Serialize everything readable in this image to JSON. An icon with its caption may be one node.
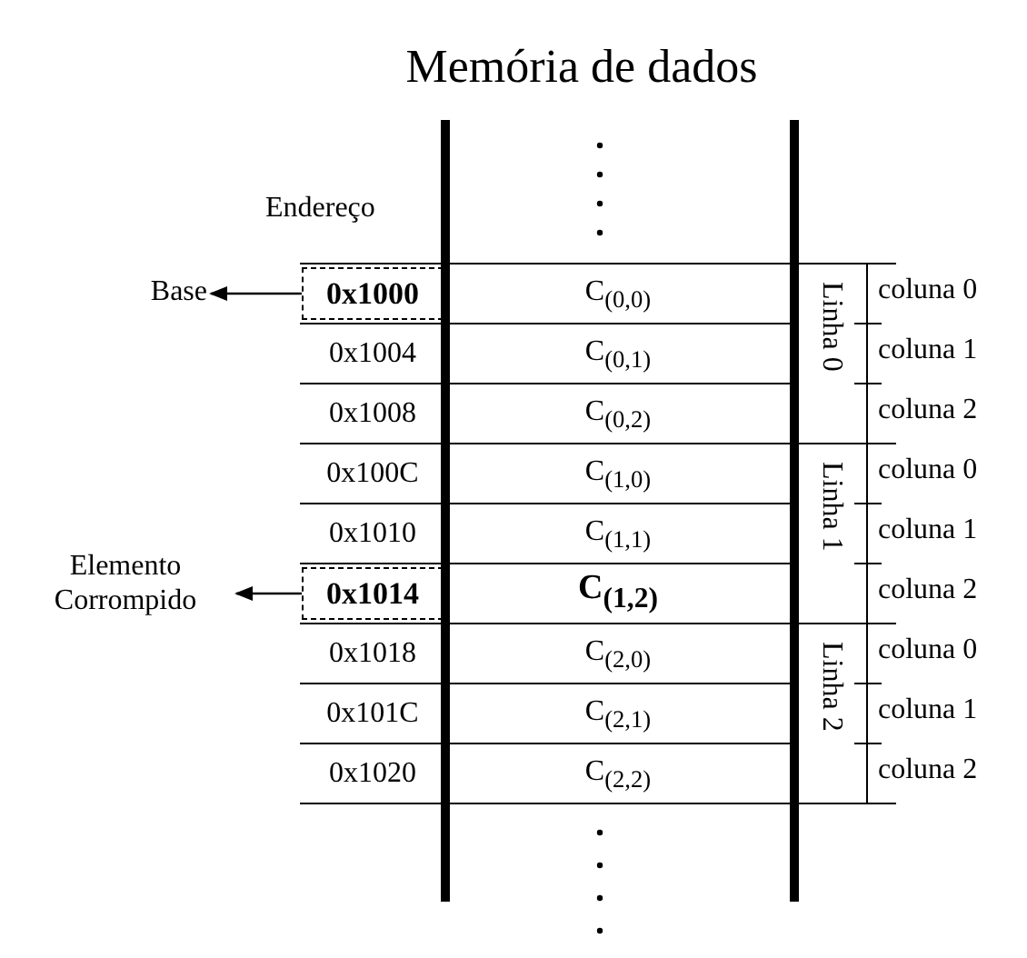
{
  "diagram": {
    "title": "Memória de dados",
    "nodes": [
      {
        "text": [
          "0x1000"
        ]
      },
      {
        "text": [
          "Base"
        ]
      },
      {
        "text": [
          "0x1014"
        ]
      },
      {
        "text": [
          "Elemento Corrompido"
        ]
      }
    ],
    "edges": [
      {
        "from": 0,
        "to": 1,
        "arrow": "to"
      },
      {
        "from": 2,
        "to": 3,
        "arrow": "to"
      }
    ],
    "labels": [
      "Endereço",
      "C$_{(0,0)}$",
      "Linha 0",
      "coluna 0",
      "0x1004",
      "C$_{(0,1)}$",
      "coluna 1",
      "0x1008",
      "C$_{(0,2)}$",
      "coluna 2",
      "0x100C",
      "C$_{(1,0)}$",
      "Linha 1",
      "coluna 0",
      "0x1010",
      "C$_{(1,1)}$",
      "coluna 1",
      "C$_{(1,2)}$",
      "coluna 2",
      "0x1018",
      "C$_{(2,0)}$",
      "Linha 2",
      "coluna 0",
      "0x101C",
      "C$_{(2,1)}$",
      "coluna 1",
      "0x1020",
      "C$_{(2,2)}$",
      "coluna 2"
    ]
  }
}
